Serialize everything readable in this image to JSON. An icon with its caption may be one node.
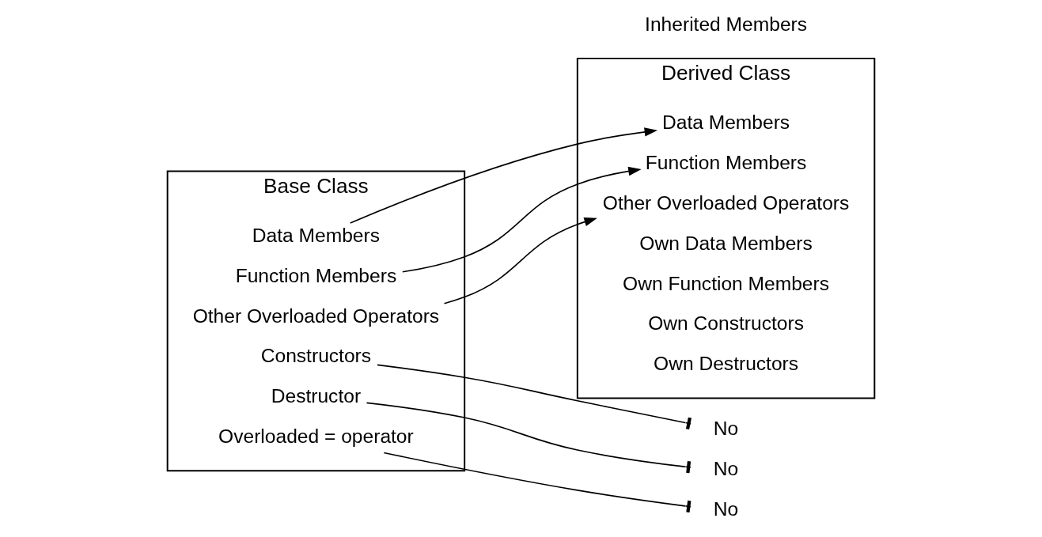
{
  "diagram": {
    "nodes": [
      {
        "text": [
          "Base Class"
        ]
      },
      {
        "text": [
          "Data Members"
        ],
        "in": 0
      },
      {
        "text": [
          "Function Members"
        ],
        "in": 0
      },
      {
        "text": [
          "Constructors"
        ],
        "in": 0
      },
      {
        "text": [
          "Destructor"
        ],
        "in": 0
      },
      {
        "text": [
          "Overloaded = operator"
        ],
        "in": 0
      },
      {
        "text": [
          "Other Overloaded Operators"
        ],
        "in": 0
      },
      {
        "text": [
          "No"
        ]
      },
      {
        "text": [
          "No"
        ]
      },
      {
        "text": [
          "No"
        ]
      },
      {
        "text": [
          "Derived Class"
        ]
      },
      {
        "text": [
          "Data Members"
        ],
        "in": 10
      },
      {
        "text": [
          "Function Members"
        ],
        "in": 10
      },
      {
        "text": [
          "Other Overloaded Operators"
        ],
        "in": 10
      },
      {
        "text": [
          "Own Data Members"
        ],
        "in": 10
      },
      {
        "text": [
          "Own Function Members"
        ],
        "in": 10
      },
      {
        "text": [
          "Own Constructors"
        ],
        "in": 10
      },
      {
        "text": [
          "Own Destructors"
        ],
        "in": 10
      }
    ],
    "edges": [
      {
        "from": 1,
        "to": 11,
        "arrow": "to"
      },
      {
        "from": 2,
        "to": 12,
        "arrow": "to"
      },
      {
        "from": 3,
        "to": 7,
        "arrow": "other"
      },
      {
        "from": 4,
        "to": 8,
        "arrow": "other"
      },
      {
        "from": 5,
        "to": 9,
        "arrow": "other"
      },
      {
        "from": 6,
        "to": 13,
        "arrow": "to"
      }
    ],
    "labels": [
      "Inherited Members"
    ]
  }
}
